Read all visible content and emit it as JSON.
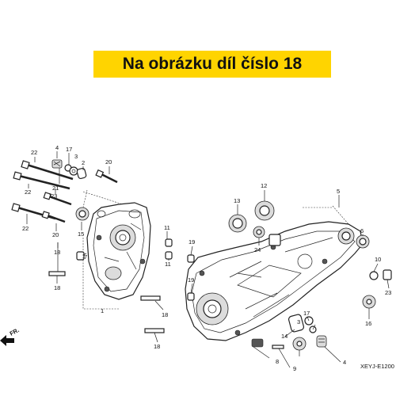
{
  "banner": {
    "text": "Na obrázku díl číslo 18",
    "color": "#ffd400"
  },
  "diagram_code": "XEYJ-E1200",
  "direction_label": "FR.",
  "callouts": [
    "1",
    "2",
    "3",
    "4",
    "5",
    "6",
    "7",
    "8",
    "9",
    "10",
    "11",
    "12",
    "13",
    "14",
    "15",
    "16",
    "17",
    "18",
    "19",
    "20",
    "21",
    "22",
    "23",
    "24"
  ],
  "labels": [
    {
      "id": "22a",
      "text": "22"
    },
    {
      "id": "4a",
      "text": "4"
    },
    {
      "id": "17a",
      "text": "17"
    },
    {
      "id": "3a",
      "text": "3"
    },
    {
      "id": "2",
      "text": "2"
    },
    {
      "id": "20a",
      "text": "20"
    },
    {
      "id": "22b",
      "text": "22"
    },
    {
      "id": "21",
      "text": "21"
    },
    {
      "id": "23",
      "text": "23"
    },
    {
      "id": "22c",
      "text": "22"
    },
    {
      "id": "20b",
      "text": "20"
    },
    {
      "id": "15",
      "text": "15"
    },
    {
      "id": "18a",
      "text": "18"
    },
    {
      "id": "7",
      "text": "7"
    },
    {
      "id": "18b",
      "text": "18"
    },
    {
      "id": "1",
      "text": "1"
    },
    {
      "id": "11a",
      "text": "11"
    },
    {
      "id": "11b",
      "text": "11"
    },
    {
      "id": "18c",
      "text": "18"
    },
    {
      "id": "18d",
      "text": "18"
    },
    {
      "id": "13",
      "text": "13"
    },
    {
      "id": "12",
      "text": "12"
    },
    {
      "id": "24",
      "text": "24"
    },
    {
      "id": "5",
      "text": "5"
    },
    {
      "id": "6",
      "text": "6"
    },
    {
      "id": "19a",
      "text": "19"
    },
    {
      "id": "19b",
      "text": "19"
    },
    {
      "id": "10",
      "text": "10"
    },
    {
      "id": "23b",
      "text": "23"
    },
    {
      "id": "16",
      "text": "16"
    },
    {
      "id": "17b",
      "text": "17"
    },
    {
      "id": "14",
      "text": "14"
    },
    {
      "id": "3b",
      "text": "3"
    },
    {
      "id": "8",
      "text": "8"
    },
    {
      "id": "9",
      "text": "9"
    },
    {
      "id": "4b",
      "text": "4"
    }
  ]
}
